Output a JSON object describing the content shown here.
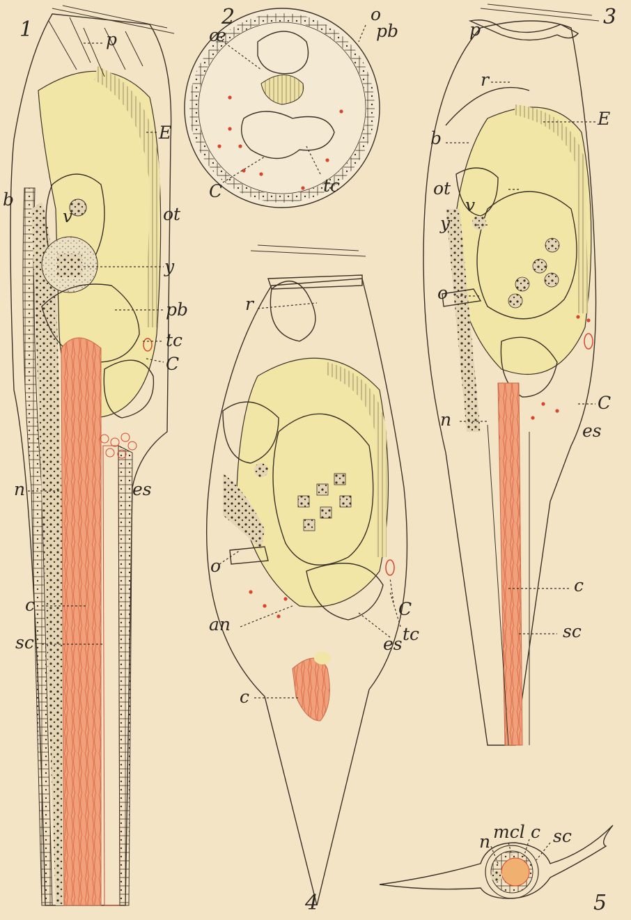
{
  "figures": [
    {
      "number": "1",
      "labels": [
        "p",
        "E",
        "ot",
        "b",
        "v",
        "y",
        "pb",
        "tc",
        "C",
        "n",
        "es",
        "c",
        "sc"
      ]
    },
    {
      "number": "2",
      "labels": [
        "œ",
        "o",
        "pb",
        "C",
        "tc"
      ]
    },
    {
      "number": "3",
      "labels": [
        "p",
        "r",
        "E",
        "b",
        "ot",
        "v",
        "y",
        "o",
        "n",
        "es",
        "C",
        "c",
        "sc"
      ]
    },
    {
      "number": "4",
      "labels": [
        "r",
        "o",
        "an",
        "C",
        "tc",
        "es",
        "c"
      ]
    },
    {
      "number": "5",
      "labels": [
        "n",
        "mcl",
        "c",
        "sc"
      ]
    }
  ],
  "colors": {
    "paper": "#f3e4c6",
    "yolk": "#f2e6a6",
    "ink": "#3a3026",
    "notochord_red": "#e58c66",
    "red_dots": "#d9442e"
  }
}
